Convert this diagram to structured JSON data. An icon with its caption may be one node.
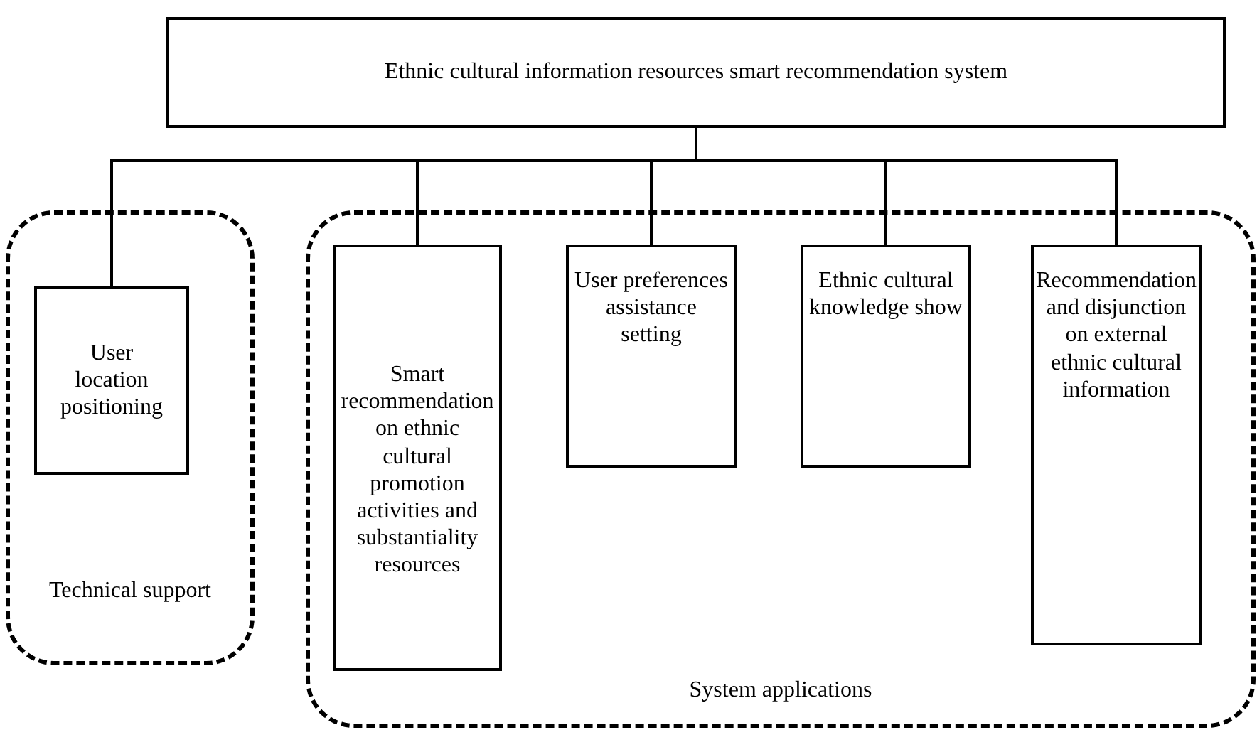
{
  "diagram": {
    "nodes": [
      {
        "text": [
          "Ethnic cultural information resources smart recommendation system"
        ]
      },
      {
        "text": [
          "Technical support"
        ]
      },
      {
        "text": [
          "User location positioning"
        ],
        "in": 1
      },
      {
        "text": [
          "System applications"
        ]
      },
      {
        "text": [
          "Smart recommendation on ethnic cultural promotion activities and substantiality resources"
        ],
        "in": 3
      },
      {
        "text": [
          "User preferences assistance setting"
        ],
        "in": 3
      },
      {
        "text": [
          "Ethnic cultural knowledge show"
        ],
        "in": 3
      },
      {
        "text": [
          "Recommendation and disjunction on external ethnic cultural information"
        ],
        "in": 3
      }
    ],
    "edges": [
      {
        "from": 0,
        "to": 2,
        "arrow": "none"
      },
      {
        "from": 0,
        "to": 4,
        "arrow": "none"
      },
      {
        "from": 0,
        "to": 5,
        "arrow": "none"
      },
      {
        "from": 0,
        "to": 6,
        "arrow": "none"
      },
      {
        "from": 0,
        "to": 7,
        "arrow": "none"
      }
    ]
  }
}
